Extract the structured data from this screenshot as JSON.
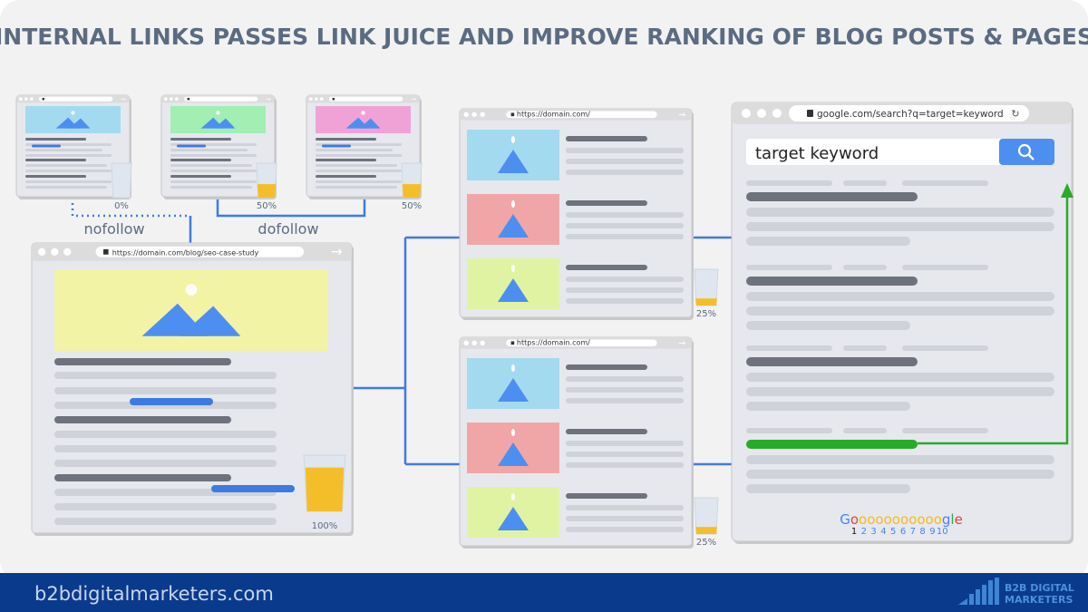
{
  "title": "INTERNAL LINKS PASSES LINK JUICE AND IMPROVE RANKING OF BLOG POSTS & PAGES",
  "top_pages": [
    {
      "image_color": "#a3daf0",
      "juice": "0%",
      "juice_level": 0
    },
    {
      "image_color": "#a2eeb3",
      "juice": "50%",
      "juice_level": 0.5
    },
    {
      "image_color": "#f0a2d6",
      "juice": "50%",
      "juice_level": 0.5
    }
  ],
  "links": {
    "nofollow": "nofollow",
    "dofollow": "dofollow"
  },
  "main_page": {
    "url": "https://domain.com/blog/seo-case-study",
    "juice": "100%",
    "juice_level": 1,
    "image_color": "#f3f3a5"
  },
  "target_pages": [
    {
      "url": "https://domain.com/",
      "juice": "25%",
      "juice_level": 0.25
    },
    {
      "url": "https://domain.com/",
      "juice": "25%",
      "juice_level": 0.25
    }
  ],
  "thumb_colors": [
    "#a3daf0",
    "#f0a6a6",
    "#e0f3a2"
  ],
  "google": {
    "url": "google.com/search?q=target=keyword",
    "query": "target keyword",
    "logo": "Gooooooooooogle",
    "pages": [
      "1",
      "2",
      "3",
      "4",
      "5",
      "6",
      "7",
      "8",
      "9",
      "10"
    ]
  },
  "colors": {
    "link_blue": "#3d7be0",
    "ranking_green": "#2aaa2a",
    "juice": "#f4be2a",
    "footer": "#0a3a8c"
  },
  "footer": {
    "site": "b2bdigitalmarketers.com",
    "logo_line1": "B2B DIGITAL",
    "logo_line2": "MARKETERS"
  }
}
